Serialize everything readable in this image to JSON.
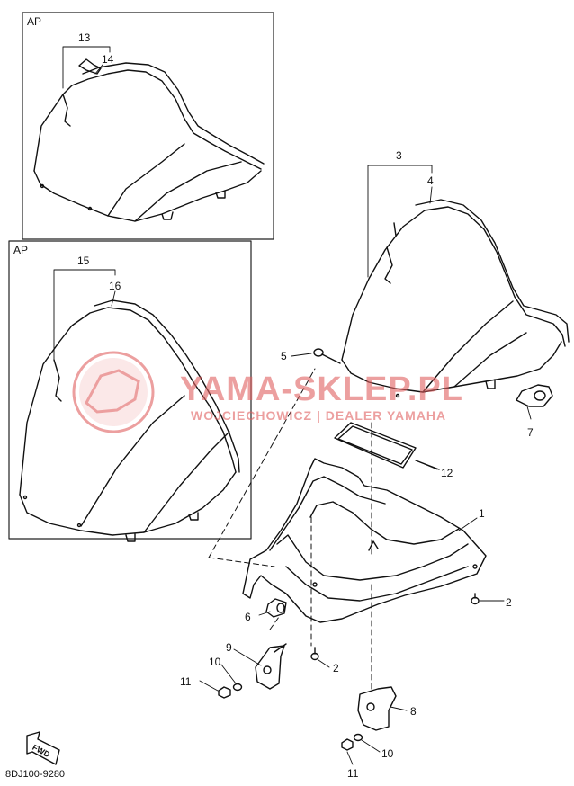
{
  "boxes": [
    {
      "label": "AP"
    },
    {
      "label": "AP"
    }
  ],
  "callouts": {
    "c1": "1",
    "c2a": "2",
    "c2b": "2",
    "c3": "3",
    "c4": "4",
    "c5": "5",
    "c6": "6",
    "c7": "7",
    "c8": "8",
    "c9": "9",
    "c10a": "10",
    "c10b": "10",
    "c11a": "11",
    "c11b": "11",
    "c12": "12",
    "c13": "13",
    "c14": "14",
    "c15": "15",
    "c16": "16"
  },
  "fwd_label": "FWD",
  "diagram_code": "8DJ100-9280",
  "watermark": {
    "brand": "YAMA-SKLEP.PL",
    "sub": "WOJCIECHOWICZ | DEALER YAMAHA",
    "color": "#e06060"
  }
}
